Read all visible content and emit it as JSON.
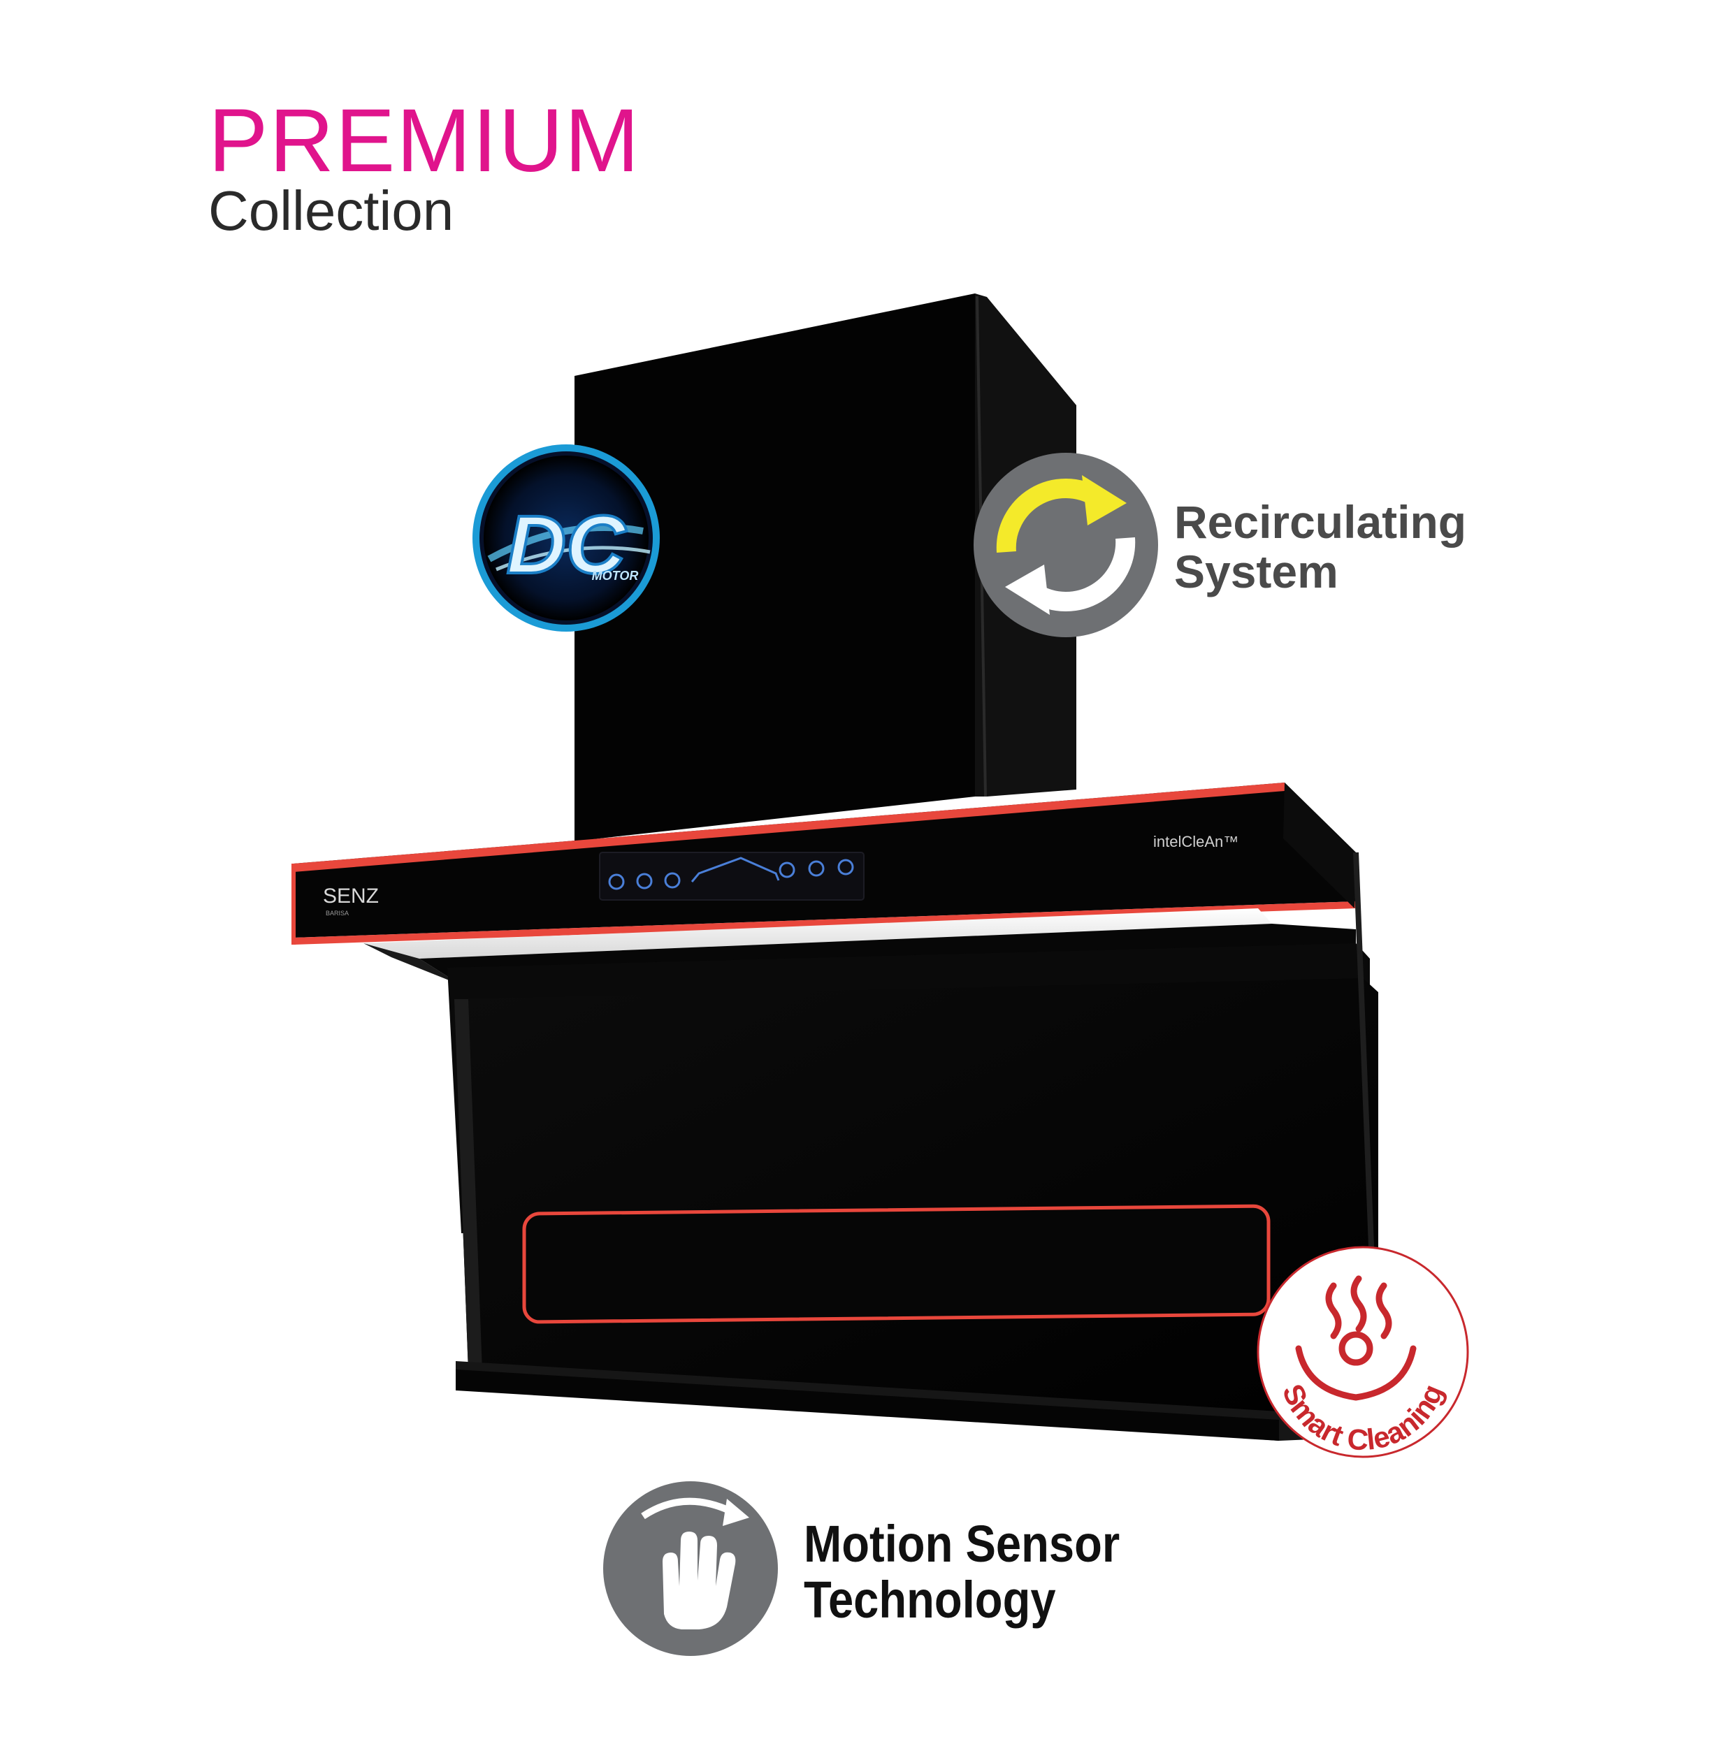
{
  "header": {
    "line1": "PREMIUM",
    "line2": "Collection"
  },
  "product": {
    "brand": "SENZ",
    "brand_sub": "BARISA",
    "panel_label": "intelCleAn™"
  },
  "badges": {
    "dc_motor": {
      "main": "DC",
      "sub": "MOTOR",
      "icon": "dc-motor-icon"
    },
    "recirculating": {
      "line1": "Recirculating",
      "line2": "System",
      "icon": "recycle-arrows-icon"
    },
    "smart_cleaning": {
      "label": "Smart Cleaning",
      "icon": "steam-drop-icon"
    },
    "motion_sensor": {
      "line1": "Motion Sensor",
      "line2": "Technology",
      "icon": "hand-swipe-icon"
    }
  },
  "colors": {
    "premium_pink": "#e0148c",
    "accent_red": "#e8473c",
    "badge_gray": "#6e7073",
    "dc_blue": "#27a9e1",
    "recirc_yellow": "#f4ea2a"
  }
}
